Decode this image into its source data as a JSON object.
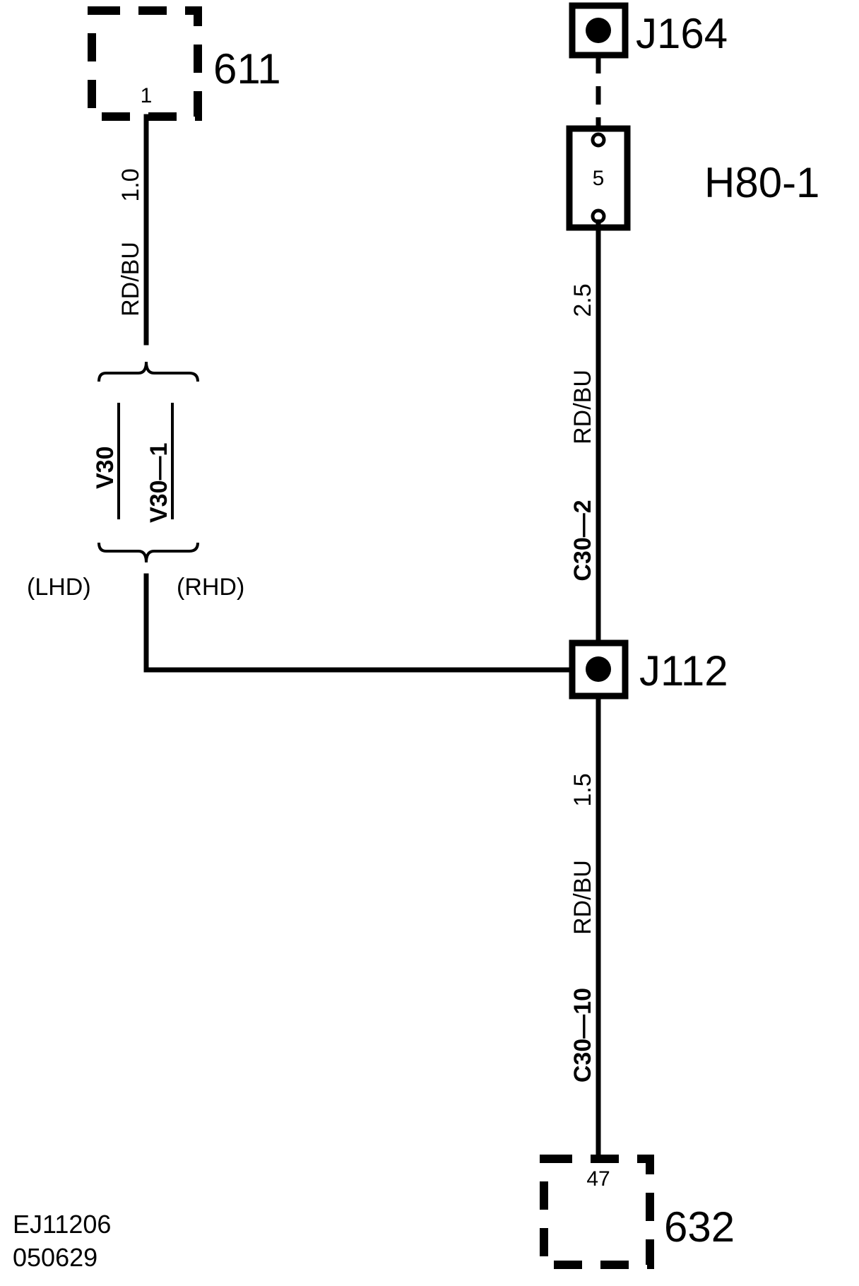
{
  "components": {
    "c611": {
      "id": "611",
      "pin": "1"
    },
    "j164": {
      "id": "J164"
    },
    "h80": {
      "id": "H80-1",
      "pin": "5"
    },
    "j112": {
      "id": "J112"
    },
    "c632": {
      "id": "632",
      "pin": "47"
    }
  },
  "wires": {
    "left": {
      "size": "1.0",
      "color": "RD/BU"
    },
    "right_top": {
      "size": "2.5",
      "color": "RD/BU",
      "circuit": "C30—2"
    },
    "right_bottom": {
      "size": "1.5",
      "color": "RD/BU",
      "circuit": "C30—10"
    }
  },
  "options": {
    "lhd": {
      "circuit": "V30",
      "label": "(LHD)"
    },
    "rhd": {
      "circuit": "V30—1",
      "label": "(RHD)"
    }
  },
  "footer": {
    "ref": "EJ11206",
    "date": "050629"
  },
  "colors": {
    "ink": "#000000",
    "background": "#ffffff"
  }
}
